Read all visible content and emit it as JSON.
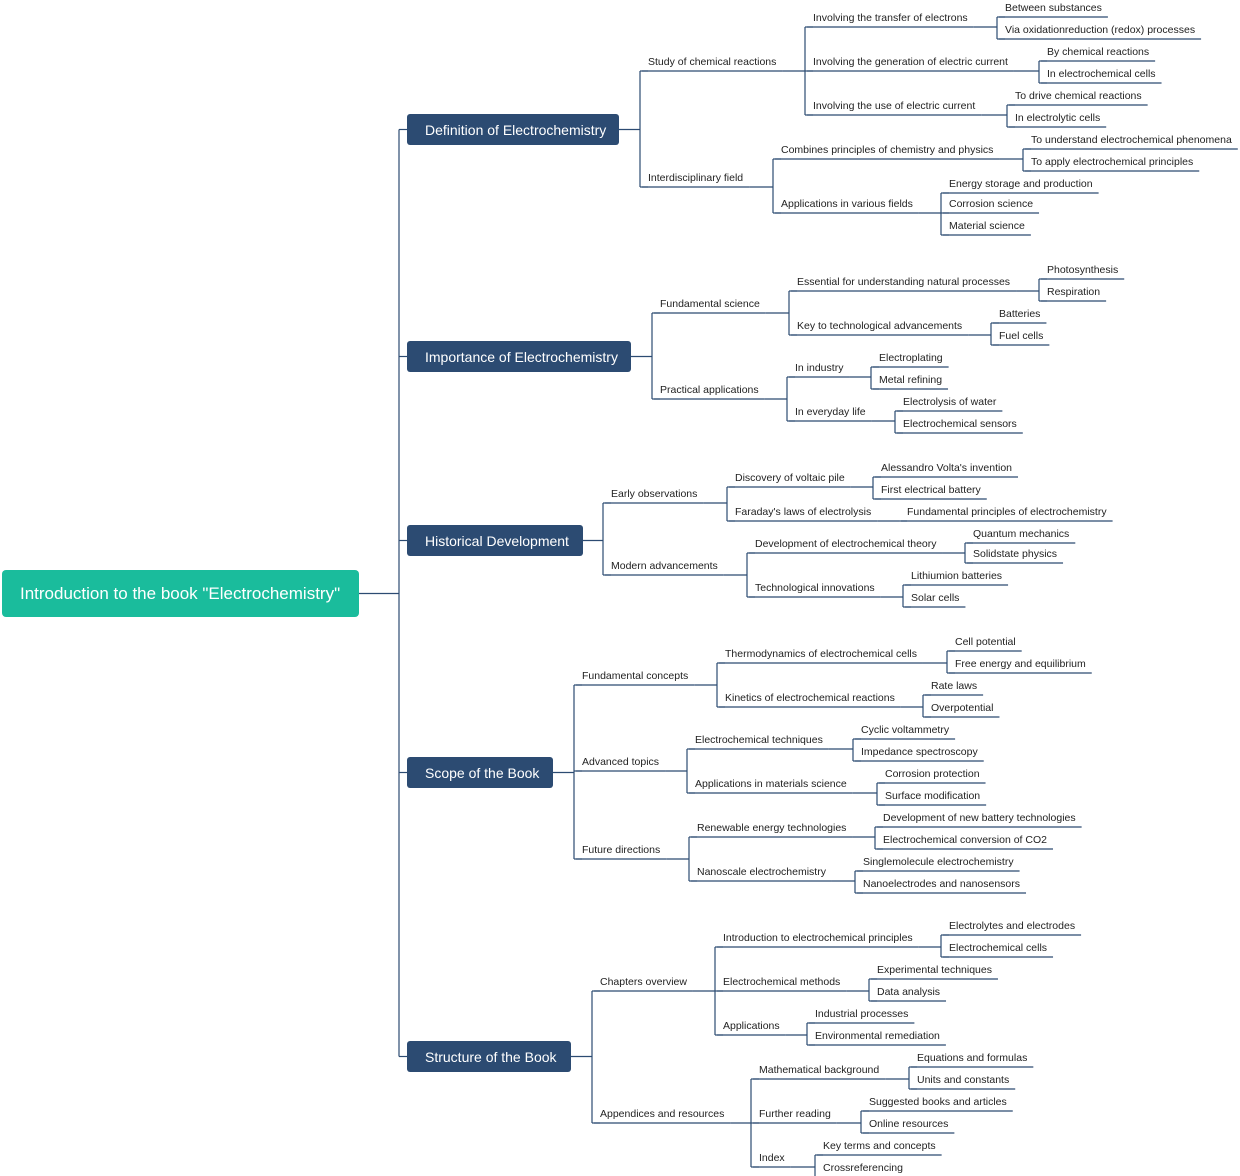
{
  "colors": {
    "root_bg": "#1abc9c",
    "branch_bg": "#2c4b72",
    "connector": "#2c4b72",
    "text": "#222222"
  },
  "root": {
    "label": "Introduction to the book \"Electrochemistry\"",
    "children": [
      {
        "label": "Definition of Electrochemistry",
        "children": [
          {
            "label": "Study of chemical reactions",
            "children": [
              {
                "label": "Involving the transfer of electrons",
                "children": [
                  {
                    "label": "Between substances"
                  },
                  {
                    "label": "Via oxidationreduction (redox) processes"
                  }
                ]
              },
              {
                "label": "Involving the generation of electric current",
                "children": [
                  {
                    "label": "By chemical reactions"
                  },
                  {
                    "label": "In electrochemical cells"
                  }
                ]
              },
              {
                "label": "Involving the use of electric current",
                "children": [
                  {
                    "label": "To drive chemical reactions"
                  },
                  {
                    "label": "In electrolytic cells"
                  }
                ]
              }
            ]
          },
          {
            "label": "Interdisciplinary field",
            "children": [
              {
                "label": "Combines principles of chemistry and physics",
                "children": [
                  {
                    "label": "To understand electrochemical phenomena"
                  },
                  {
                    "label": "To apply electrochemical principles"
                  }
                ]
              },
              {
                "label": "Applications in various fields",
                "children": [
                  {
                    "label": "Energy storage and production"
                  },
                  {
                    "label": "Corrosion science"
                  },
                  {
                    "label": "Material science"
                  }
                ]
              }
            ]
          }
        ]
      },
      {
        "label": "Importance of Electrochemistry",
        "children": [
          {
            "label": "Fundamental science",
            "children": [
              {
                "label": "Essential for understanding natural processes",
                "children": [
                  {
                    "label": "Photosynthesis"
                  },
                  {
                    "label": "Respiration"
                  }
                ]
              },
              {
                "label": "Key to technological advancements",
                "children": [
                  {
                    "label": "Batteries"
                  },
                  {
                    "label": "Fuel cells"
                  }
                ]
              }
            ]
          },
          {
            "label": "Practical applications",
            "children": [
              {
                "label": "In industry",
                "children": [
                  {
                    "label": "Electroplating"
                  },
                  {
                    "label": "Metal refining"
                  }
                ]
              },
              {
                "label": "In everyday life",
                "children": [
                  {
                    "label": "Electrolysis of water"
                  },
                  {
                    "label": "Electrochemical sensors"
                  }
                ]
              }
            ]
          }
        ]
      },
      {
        "label": "Historical Development",
        "children": [
          {
            "label": "Early observations",
            "children": [
              {
                "label": "Discovery of voltaic pile",
                "children": [
                  {
                    "label": "Alessandro Volta's invention"
                  },
                  {
                    "label": "First electrical battery"
                  }
                ]
              },
              {
                "label": "Faraday's laws of electrolysis",
                "children": [
                  {
                    "label": "Fundamental principles of electrochemistry"
                  }
                ]
              }
            ]
          },
          {
            "label": "Modern advancements",
            "children": [
              {
                "label": "Development of electrochemical theory",
                "children": [
                  {
                    "label": "Quantum mechanics"
                  },
                  {
                    "label": "Solidstate physics"
                  }
                ]
              },
              {
                "label": "Technological innovations",
                "children": [
                  {
                    "label": "Lithiumion batteries"
                  },
                  {
                    "label": "Solar cells"
                  }
                ]
              }
            ]
          }
        ]
      },
      {
        "label": "Scope of the Book",
        "children": [
          {
            "label": "Fundamental concepts",
            "children": [
              {
                "label": "Thermodynamics of electrochemical cells",
                "children": [
                  {
                    "label": "Cell potential"
                  },
                  {
                    "label": "Free energy and equilibrium"
                  }
                ]
              },
              {
                "label": "Kinetics of electrochemical reactions",
                "children": [
                  {
                    "label": "Rate laws"
                  },
                  {
                    "label": "Overpotential"
                  }
                ]
              }
            ]
          },
          {
            "label": "Advanced topics",
            "children": [
              {
                "label": "Electrochemical techniques",
                "children": [
                  {
                    "label": "Cyclic voltammetry"
                  },
                  {
                    "label": "Impedance spectroscopy"
                  }
                ]
              },
              {
                "label": "Applications in materials science",
                "children": [
                  {
                    "label": "Corrosion protection"
                  },
                  {
                    "label": "Surface modification"
                  }
                ]
              }
            ]
          },
          {
            "label": "Future directions",
            "children": [
              {
                "label": "Renewable energy technologies",
                "children": [
                  {
                    "label": "Development of new battery technologies"
                  },
                  {
                    "label": "Electrochemical conversion of CO2"
                  }
                ]
              },
              {
                "label": "Nanoscale electrochemistry",
                "children": [
                  {
                    "label": "Singlemolecule electrochemistry"
                  },
                  {
                    "label": "Nanoelectrodes and nanosensors"
                  }
                ]
              }
            ]
          }
        ]
      },
      {
        "label": "Structure of the Book",
        "children": [
          {
            "label": "Chapters overview",
            "children": [
              {
                "label": "Introduction to electrochemical principles",
                "children": [
                  {
                    "label": "Electrolytes and electrodes"
                  },
                  {
                    "label": "Electrochemical cells"
                  }
                ]
              },
              {
                "label": "Electrochemical methods",
                "children": [
                  {
                    "label": "Experimental techniques"
                  },
                  {
                    "label": "Data analysis"
                  }
                ]
              },
              {
                "label": "Applications",
                "children": [
                  {
                    "label": "Industrial processes"
                  },
                  {
                    "label": "Environmental remediation"
                  }
                ]
              }
            ]
          },
          {
            "label": "Appendices and resources",
            "children": [
              {
                "label": "Mathematical background",
                "children": [
                  {
                    "label": "Equations and formulas"
                  },
                  {
                    "label": "Units and constants"
                  }
                ]
              },
              {
                "label": "Further reading",
                "children": [
                  {
                    "label": "Suggested books and articles"
                  },
                  {
                    "label": "Online resources"
                  }
                ]
              },
              {
                "label": "Index",
                "children": [
                  {
                    "label": "Key terms and concepts"
                  },
                  {
                    "label": "Crossreferencing"
                  }
                ]
              }
            ]
          }
        ]
      }
    ]
  }
}
